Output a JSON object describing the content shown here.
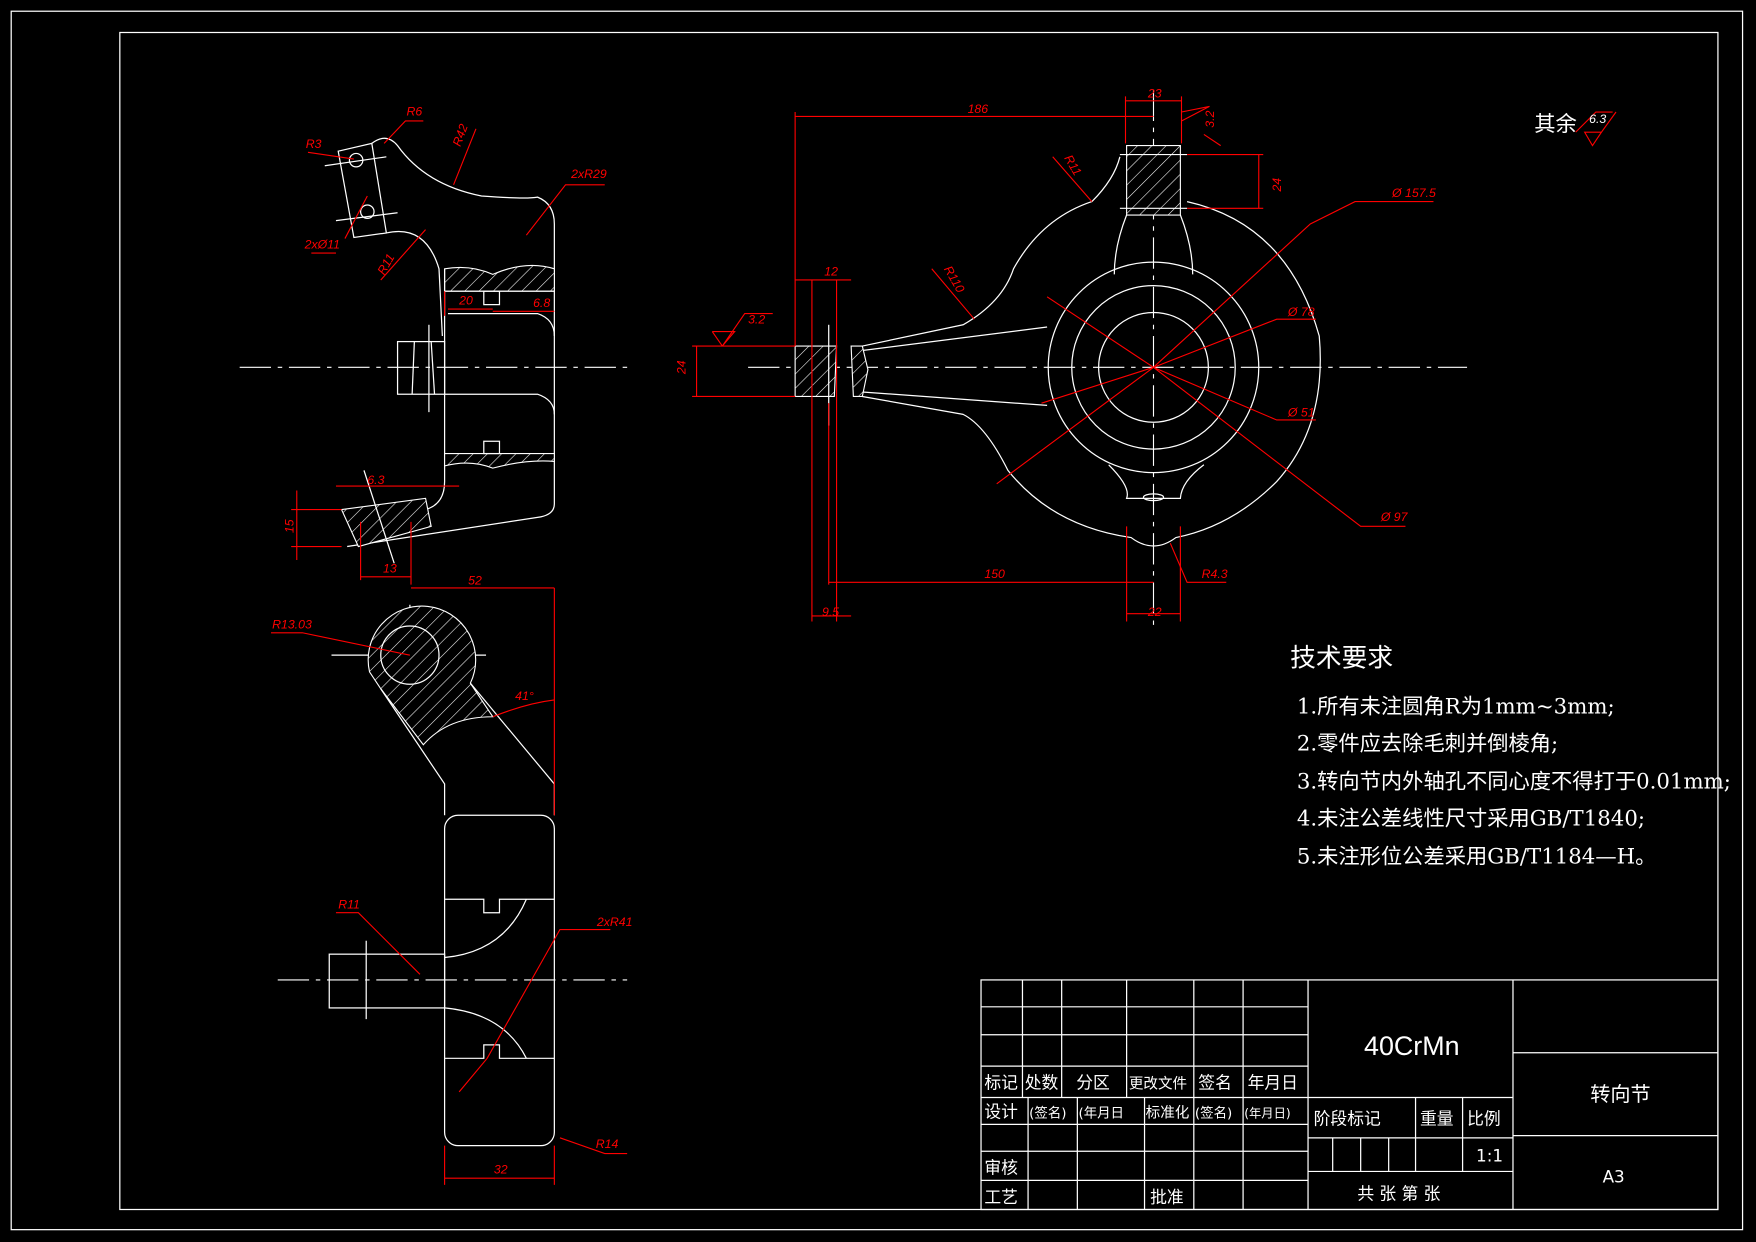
{
  "drawing": {
    "part_name": "转向节",
    "material": "40CrMn",
    "sheet_size": "A3",
    "scale": "1:1",
    "other_roughness_label": "其余",
    "other_roughness_value": "6.3"
  },
  "title_block": {
    "row_change": [
      "标记",
      "处数",
      "分区",
      "更改文件",
      "签名",
      "年月日"
    ],
    "row_design": [
      "设计",
      "(签名)",
      "(年月日",
      "标准化",
      "(签名)",
      "(年月日)"
    ],
    "review": "审核",
    "process": "工艺",
    "approve": "批准",
    "stage_mark": "阶段标记",
    "weight": "重量",
    "ratio": "比例",
    "sheets": "共 张 第 张"
  },
  "tech_requirements": {
    "title": "技术要求",
    "items": [
      "1.所有未注圆角R为1mm~3mm;",
      "2.零件应去除毛刺并倒棱角;",
      "3.转向节内外轴孔不同心度不得打于0.01mm;",
      "4.未注公差线性尺寸采用GB/T1840;",
      "5.未注形位公差采用GB/T1184—H。"
    ]
  },
  "dimensions": {
    "left_view": [
      "R6",
      "R3",
      "R42",
      "2xR29",
      "2xØ11",
      "R11",
      "20",
      "6.8",
      "6.3",
      "15",
      "13",
      "52",
      "R13.03",
      "41°",
      "R11",
      "2xR41",
      "R14",
      "32"
    ],
    "main_view": [
      "186",
      "23",
      "3.2",
      "R11",
      "24",
      "Ø 157.5",
      "12",
      "R110",
      "3.2",
      "24",
      "Ø 78",
      "Ø 51",
      "Ø 97",
      "R4.3",
      "150",
      "9.5",
      "22"
    ]
  },
  "colors": {
    "background": "#000000",
    "geometry": "#ffffff",
    "dimension": "#ff0000"
  }
}
